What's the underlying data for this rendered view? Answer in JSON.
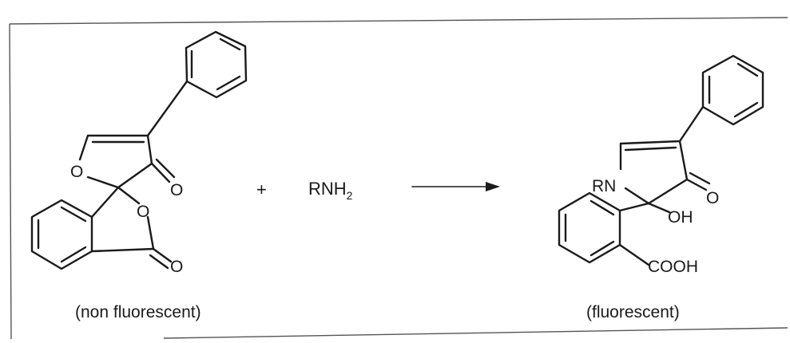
{
  "reactant": {
    "atoms": {
      "o_ring": "O",
      "o_ketone": "O",
      "o_lactone_ring": "O",
      "o_lactone_carbonyl": "O"
    },
    "caption": "(non fluorescent)"
  },
  "reagent": {
    "plus": "+",
    "formula_main": "RNH",
    "formula_subscript": "2"
  },
  "product": {
    "atoms": {
      "n_ring": "RN",
      "o_ketone": "O",
      "hydroxyl": "OH",
      "carboxyl": "COOH"
    },
    "caption": "(fluorescent)"
  }
}
